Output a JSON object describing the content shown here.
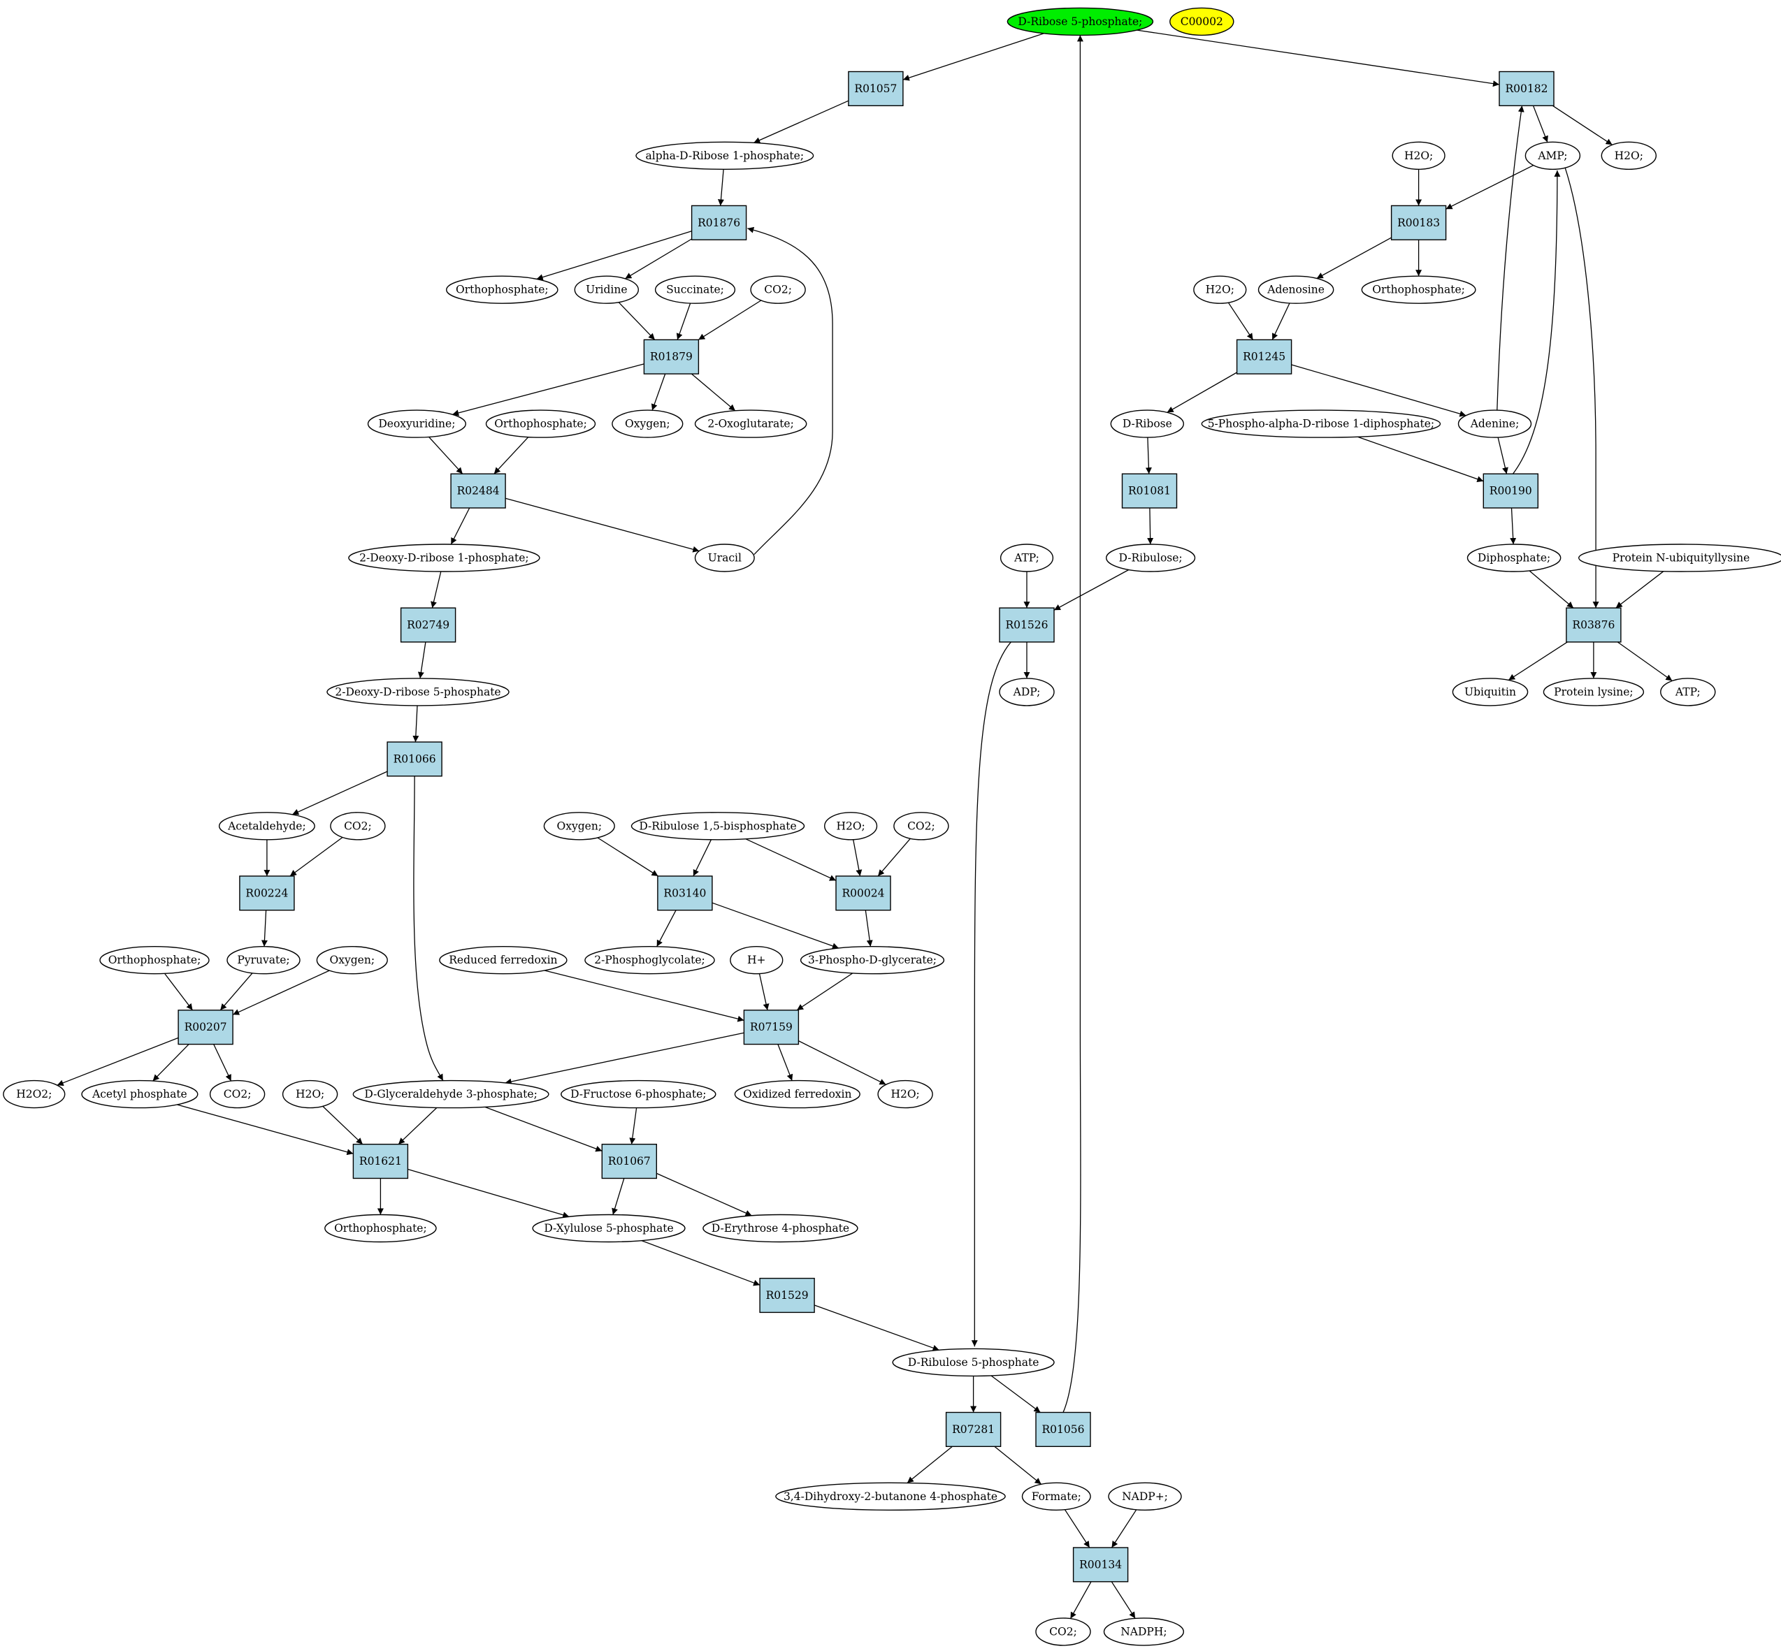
{
  "colors": {
    "background": "#ffffff",
    "reaction_fill": "#add8e6",
    "compound_fill": "#ffffff",
    "highlight_fill": "#00ee00",
    "key_fill": "#ffff00",
    "stroke": "#000000"
  },
  "nodes": {
    "dr5p": {
      "label": "D-Ribose 5-phosphate;",
      "kind": "highlight"
    },
    "c00002": {
      "label": "C00002",
      "kind": "key"
    },
    "R01057": {
      "label": "R01057",
      "kind": "reaction"
    },
    "R00182": {
      "label": "R00182",
      "kind": "reaction"
    },
    "adr1p": {
      "label": "alpha-D-Ribose 1-phosphate;",
      "kind": "compound"
    },
    "h2o_a": {
      "label": "H2O;",
      "kind": "compound"
    },
    "amp": {
      "label": "AMP;",
      "kind": "compound"
    },
    "h2o_b": {
      "label": "H2O;",
      "kind": "compound"
    },
    "R01876": {
      "label": "R01876",
      "kind": "reaction"
    },
    "R00183": {
      "label": "R00183",
      "kind": "reaction"
    },
    "orthop_a": {
      "label": "Orthophosphate;",
      "kind": "compound"
    },
    "uridine": {
      "label": "Uridine",
      "kind": "compound"
    },
    "succinate": {
      "label": "Succinate;",
      "kind": "compound"
    },
    "co2_a": {
      "label": "CO2;",
      "kind": "compound"
    },
    "h2o_c": {
      "label": "H2O;",
      "kind": "compound"
    },
    "adenosine": {
      "label": "Adenosine",
      "kind": "compound"
    },
    "orthop_b": {
      "label": "Orthophosphate;",
      "kind": "compound"
    },
    "R01879": {
      "label": "R01879",
      "kind": "reaction"
    },
    "R01245": {
      "label": "R01245",
      "kind": "reaction"
    },
    "deoxyuridine": {
      "label": "Deoxyuridine;",
      "kind": "compound"
    },
    "orthop_c": {
      "label": "Orthophosphate;",
      "kind": "compound"
    },
    "oxygen_a": {
      "label": "Oxygen;",
      "kind": "compound"
    },
    "oxoglutarate": {
      "label": "2-Oxoglutarate;",
      "kind": "compound"
    },
    "dribose": {
      "label": "D-Ribose",
      "kind": "compound"
    },
    "prpp": {
      "label": "5-Phospho-alpha-D-ribose 1-diphosphate;",
      "kind": "compound"
    },
    "adenine": {
      "label": "Adenine;",
      "kind": "compound"
    },
    "R02484": {
      "label": "R02484",
      "kind": "reaction"
    },
    "R01081": {
      "label": "R01081",
      "kind": "reaction"
    },
    "R00190": {
      "label": "R00190",
      "kind": "reaction"
    },
    "ddr1p": {
      "label": "2-Deoxy-D-ribose 1-phosphate;",
      "kind": "compound"
    },
    "uracil": {
      "label": "Uracil",
      "kind": "compound"
    },
    "atp_a": {
      "label": "ATP;",
      "kind": "compound"
    },
    "dribulose": {
      "label": "D-Ribulose;",
      "kind": "compound"
    },
    "diphosphate": {
      "label": "Diphosphate;",
      "kind": "compound"
    },
    "protubq": {
      "label": "Protein N-ubiquityllysine",
      "kind": "compound"
    },
    "R02749": {
      "label": "R02749",
      "kind": "reaction"
    },
    "R01526": {
      "label": "R01526",
      "kind": "reaction"
    },
    "R03876": {
      "label": "R03876",
      "kind": "reaction"
    },
    "ddr5p": {
      "label": "2-Deoxy-D-ribose 5-phosphate",
      "kind": "compound"
    },
    "adp": {
      "label": "ADP;",
      "kind": "compound"
    },
    "ubiquitin": {
      "label": "Ubiquitin",
      "kind": "compound"
    },
    "protlys": {
      "label": "Protein lysine;",
      "kind": "compound"
    },
    "atp_b": {
      "label": "ATP;",
      "kind": "compound"
    },
    "R01066": {
      "label": "R01066",
      "kind": "reaction"
    },
    "acetaldehyde": {
      "label": "Acetaldehyde;",
      "kind": "compound"
    },
    "co2_b": {
      "label": "CO2;",
      "kind": "compound"
    },
    "oxygen_b": {
      "label": "Oxygen;",
      "kind": "compound"
    },
    "drubp": {
      "label": "D-Ribulose 1,5-bisphosphate",
      "kind": "compound"
    },
    "h2o_d": {
      "label": "H2O;",
      "kind": "compound"
    },
    "co2_c": {
      "label": "CO2;",
      "kind": "compound"
    },
    "R00224": {
      "label": "R00224",
      "kind": "reaction"
    },
    "R03140": {
      "label": "R03140",
      "kind": "reaction"
    },
    "R00024": {
      "label": "R00024",
      "kind": "reaction"
    },
    "orthop_d": {
      "label": "Orthophosphate;",
      "kind": "compound"
    },
    "pyruvate": {
      "label": "Pyruvate;",
      "kind": "compound"
    },
    "oxygen_c": {
      "label": "Oxygen;",
      "kind": "compound"
    },
    "redfd": {
      "label": "Reduced ferredoxin",
      "kind": "compound"
    },
    "pglycolate": {
      "label": "2-Phosphoglycolate;",
      "kind": "compound"
    },
    "hplus": {
      "label": "H+",
      "kind": "compound"
    },
    "pga": {
      "label": "3-Phospho-D-glycerate;",
      "kind": "compound"
    },
    "R00207": {
      "label": "R00207",
      "kind": "reaction"
    },
    "R07159": {
      "label": "R07159",
      "kind": "reaction"
    },
    "h2o2": {
      "label": "H2O2;",
      "kind": "compound"
    },
    "acetylp": {
      "label": "Acetyl phosphate",
      "kind": "compound"
    },
    "co2_d": {
      "label": "CO2;",
      "kind": "compound"
    },
    "h2o_e": {
      "label": "H2O;",
      "kind": "compound"
    },
    "g3p": {
      "label": "D-Glyceraldehyde 3-phosphate;",
      "kind": "compound"
    },
    "f6p": {
      "label": "D-Fructose 6-phosphate;",
      "kind": "compound"
    },
    "oxfd": {
      "label": "Oxidized ferredoxin",
      "kind": "compound"
    },
    "h2o_f": {
      "label": "H2O;",
      "kind": "compound"
    },
    "R01621": {
      "label": "R01621",
      "kind": "reaction"
    },
    "R01067": {
      "label": "R01067",
      "kind": "reaction"
    },
    "orthop_e": {
      "label": "Orthophosphate;",
      "kind": "compound"
    },
    "xu5p": {
      "label": "D-Xylulose 5-phosphate",
      "kind": "compound"
    },
    "e4p": {
      "label": "D-Erythrose 4-phosphate",
      "kind": "compound"
    },
    "R01529": {
      "label": "R01529",
      "kind": "reaction"
    },
    "ru5p": {
      "label": "D-Ribulose 5-phosphate",
      "kind": "compound"
    },
    "R07281": {
      "label": "R07281",
      "kind": "reaction"
    },
    "R01056": {
      "label": "R01056",
      "kind": "reaction"
    },
    "dhbp": {
      "label": "3,4-Dihydroxy-2-butanone 4-phosphate",
      "kind": "compound"
    },
    "formate": {
      "label": "Formate;",
      "kind": "compound"
    },
    "nadp": {
      "label": "NADP+;",
      "kind": "compound"
    },
    "R00134": {
      "label": "R00134",
      "kind": "reaction"
    },
    "co2_e": {
      "label": "CO2;",
      "kind": "compound"
    },
    "nadph": {
      "label": "NADPH;",
      "kind": "compound"
    }
  },
  "edges": [
    [
      "dr5p",
      "R01057"
    ],
    [
      "dr5p",
      "R00182"
    ],
    [
      "R01057",
      "adr1p"
    ],
    [
      "adr1p",
      "R01876"
    ],
    [
      "R01876",
      "orthop_a"
    ],
    [
      "R01876",
      "uridine"
    ],
    [
      "uridine",
      "R01879"
    ],
    [
      "succinate",
      "R01879"
    ],
    [
      "co2_a",
      "R01879"
    ],
    [
      "R01879",
      "deoxyuridine"
    ],
    [
      "R01879",
      "oxygen_a"
    ],
    [
      "R01879",
      "oxoglutarate"
    ],
    [
      "deoxyuridine",
      "R02484"
    ],
    [
      "orthop_c",
      "R02484"
    ],
    [
      "R02484",
      "ddr1p"
    ],
    [
      "R02484",
      "uracil"
    ],
    [
      "uracil",
      "R01876"
    ],
    [
      "ddr1p",
      "R02749"
    ],
    [
      "R02749",
      "ddr5p"
    ],
    [
      "ddr5p",
      "R01066"
    ],
    [
      "R01066",
      "acetaldehyde"
    ],
    [
      "R01066",
      "g3p"
    ],
    [
      "acetaldehyde",
      "R00224"
    ],
    [
      "co2_b",
      "R00224"
    ],
    [
      "R00224",
      "pyruvate"
    ],
    [
      "orthop_d",
      "R00207"
    ],
    [
      "pyruvate",
      "R00207"
    ],
    [
      "oxygen_c",
      "R00207"
    ],
    [
      "R00207",
      "h2o2"
    ],
    [
      "R00207",
      "acetylp"
    ],
    [
      "R00207",
      "co2_d"
    ],
    [
      "acetylp",
      "R01621"
    ],
    [
      "h2o_e",
      "R01621"
    ],
    [
      "g3p",
      "R01621"
    ],
    [
      "R01621",
      "orthop_e"
    ],
    [
      "R01621",
      "xu5p"
    ],
    [
      "g3p",
      "R01067"
    ],
    [
      "f6p",
      "R01067"
    ],
    [
      "R01067",
      "xu5p"
    ],
    [
      "R01067",
      "e4p"
    ],
    [
      "xu5p",
      "R01529"
    ],
    [
      "R01529",
      "ru5p"
    ],
    [
      "oxygen_b",
      "R03140"
    ],
    [
      "drubp",
      "R03140"
    ],
    [
      "drubp",
      "R00024"
    ],
    [
      "h2o_d",
      "R00024"
    ],
    [
      "co2_c",
      "R00024"
    ],
    [
      "R03140",
      "pglycolate"
    ],
    [
      "R03140",
      "pga"
    ],
    [
      "R00024",
      "pga"
    ],
    [
      "redfd",
      "R07159"
    ],
    [
      "hplus",
      "R07159"
    ],
    [
      "pga",
      "R07159"
    ],
    [
      "R07159",
      "g3p"
    ],
    [
      "R07159",
      "oxfd"
    ],
    [
      "R07159",
      "h2o_f"
    ],
    [
      "ru5p",
      "R07281"
    ],
    [
      "ru5p",
      "R01056"
    ],
    [
      "R01056",
      "dr5p"
    ],
    [
      "R07281",
      "dhbp"
    ],
    [
      "R07281",
      "formate"
    ],
    [
      "formate",
      "R00134"
    ],
    [
      "nadp",
      "R00134"
    ],
    [
      "R00134",
      "co2_e"
    ],
    [
      "R00134",
      "nadph"
    ],
    [
      "R00182",
      "amp"
    ],
    [
      "R00182",
      "h2o_b"
    ],
    [
      "h2o_a",
      "R00183"
    ],
    [
      "amp",
      "R00183"
    ],
    [
      "R00183",
      "adenosine"
    ],
    [
      "R00183",
      "orthop_b"
    ],
    [
      "h2o_c",
      "R01245"
    ],
    [
      "adenosine",
      "R01245"
    ],
    [
      "R01245",
      "dribose"
    ],
    [
      "R01245",
      "adenine"
    ],
    [
      "adenine",
      "R00182"
    ],
    [
      "adenine",
      "R00190"
    ],
    [
      "prpp",
      "R00190"
    ],
    [
      "R00190",
      "amp"
    ],
    [
      "R00190",
      "diphosphate"
    ],
    [
      "dribose",
      "R01081"
    ],
    [
      "R01081",
      "dribulose"
    ],
    [
      "atp_a",
      "R01526"
    ],
    [
      "dribulose",
      "R01526"
    ],
    [
      "R01526",
      "adp"
    ],
    [
      "R01526",
      "ru5p"
    ],
    [
      "diphosphate",
      "R03876"
    ],
    [
      "protubq",
      "R03876"
    ],
    [
      "amp",
      "R03876"
    ],
    [
      "R03876",
      "ubiquitin"
    ],
    [
      "R03876",
      "protlys"
    ],
    [
      "R03876",
      "atp_b"
    ]
  ]
}
